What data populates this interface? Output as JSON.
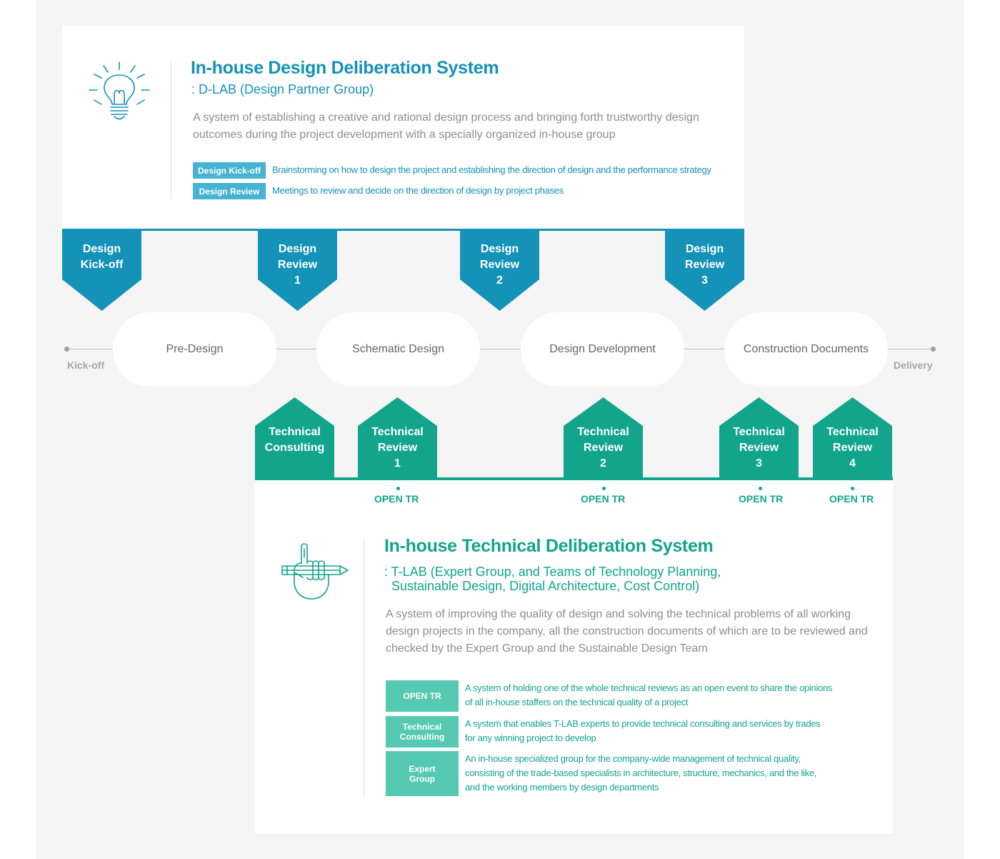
{
  "design_system": {
    "title": "In-house Design Deliberation System",
    "subtitle": ": D-LAB (Design Partner Group)",
    "description": "A system of establishing a creative and rational design process and bringing forth trustworthy design outcomes during the project development with a specially organized in-house group",
    "tags": [
      {
        "label": "Design Kick-off",
        "text": "Brainstorming on how to design the project and establishing the direction of design and the performance strategy"
      },
      {
        "label": "Design Review",
        "text": "Meetings to review and decide on the direction of design by project phases"
      }
    ],
    "icon": "lightbulb-icon",
    "color": "#1592b8"
  },
  "design_milestones": [
    "Design\nKick-off",
    "Design\nReview\n1",
    "Design\nReview\n2",
    "Design\nReview\n3"
  ],
  "timeline": {
    "start": "Kick-off",
    "end": "Delivery",
    "phases": [
      "Pre-Design",
      "Schematic Design",
      "Design Development",
      "Construction Documents"
    ]
  },
  "technical_milestones": [
    {
      "label": "Technical\nConsulting",
      "open_tr": ""
    },
    {
      "label": "Technical\nReview\n1",
      "open_tr": "OPEN TR"
    },
    {
      "label": "Technical\nReview\n2",
      "open_tr": "OPEN TR"
    },
    {
      "label": "Technical\nReview\n3",
      "open_tr": "OPEN TR"
    },
    {
      "label": "Technical\nReview\n4",
      "open_tr": "OPEN TR"
    }
  ],
  "technical_system": {
    "title": "In-house Technical Deliberation System",
    "subtitle": ": T-LAB (Expert Group, and Teams of Technology Planning,\n  Sustainable Design, Digital Architecture, Cost Control)",
    "description": "A system of improving the quality of design and solving the technical problems of all working design projects in the company, all the construction documents of which are to be reviewed and checked by the Expert Group and the Sustainable Design Team",
    "tags": [
      {
        "label": "OPEN TR",
        "text": "A system of holding one of the whole technical reviews as an open event to share the opinions\nof all in-house staffers on the technical quality of a project"
      },
      {
        "label": "Technical\nConsulting",
        "text": "A system that enables T-LAB experts to provide technical consulting and services by trades\nfor any winning project to develop"
      },
      {
        "label": "Expert\nGroup",
        "text": "An in-house specialized group for the company-wide management of technical quality,\nconsisting of the trade-based specialists in architecture, structure, mechanics, and the like,\nand the working members by design departments"
      }
    ],
    "icon": "hand-pencil-icon",
    "color": "#12a58c"
  }
}
